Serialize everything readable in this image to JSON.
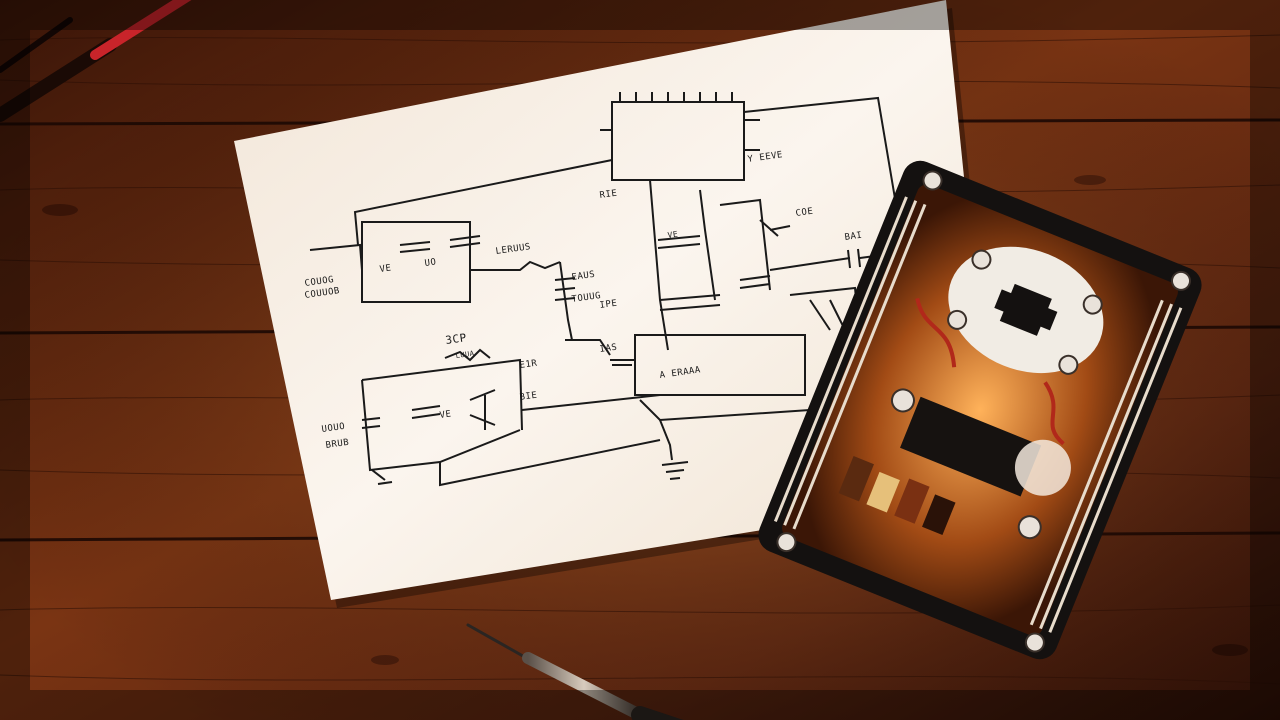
{
  "schematic": {
    "labels": {
      "left_input_1": "COUOG",
      "left_input_2": "COUUOB",
      "filter_top": "LERUUS",
      "cap_group_1": "VE",
      "cap_group_2": "UO",
      "inductor_label": "LUUA",
      "coil_note_1": "EAUS",
      "coil_note_2": "TOUUG",
      "ic_left": "RIE",
      "ic_right": "Y EEVE",
      "mid_left_1": "IPE",
      "mid_left_2": "IAS",
      "right_top": "COE",
      "right_cap": "BAI",
      "lower_title": "ЗСР",
      "lower_left_1": "UOUO",
      "lower_left_2": "BRUB",
      "lower_right_1": "E1R",
      "lower_right_2": "BIE",
      "lower_mid": "VE",
      "center_block": "A ERAAA"
    }
  },
  "colors": {
    "wood_dark": "#2b1107",
    "wood_mid": "#5a2410",
    "wood_light": "#8a3d16",
    "paper": "#f6efe6",
    "ink": "#1a1a1a",
    "device_frame": "#1b1714",
    "amber_glow": "#c86a23"
  }
}
